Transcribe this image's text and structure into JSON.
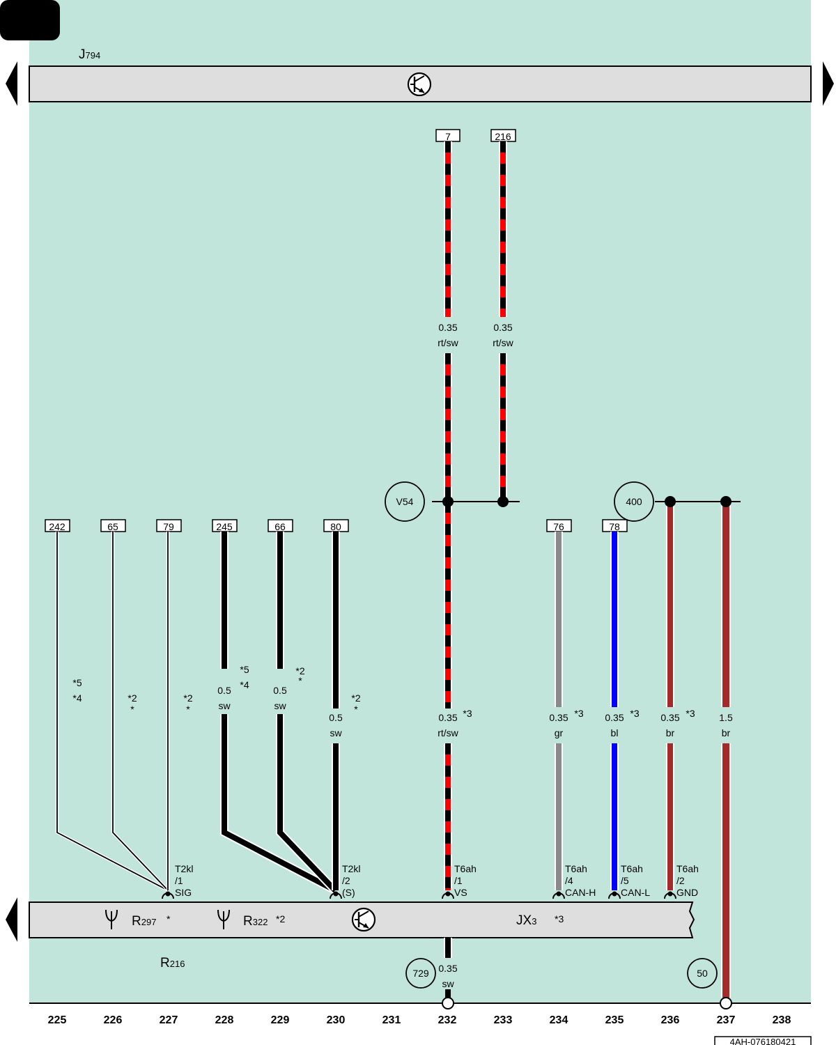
{
  "top_unit": {
    "label": "J",
    "sub": "794"
  },
  "bottom_unit": {
    "label": "R",
    "sub": "216",
    "items": [
      {
        "label": "R",
        "sub": "297",
        "note": "*"
      },
      {
        "label": "R",
        "sub": "322",
        "note": "*2"
      },
      {
        "label": "JX",
        "sub": "3",
        "note": "*3"
      }
    ]
  },
  "pins": [
    "242",
    "65",
    "79",
    "245",
    "66",
    "80",
    "7",
    "216",
    "76",
    "78"
  ],
  "junctions": [
    "V54",
    "400"
  ],
  "grounds": [
    "729",
    "50"
  ],
  "upper_wires": [
    {
      "size": "0.35",
      "color": "rt/sw"
    },
    {
      "size": "0.35",
      "color": "rt/sw"
    }
  ],
  "wires": [
    {
      "size": "",
      "color": "",
      "notes": [
        "*5",
        "*4"
      ]
    },
    {
      "size": "",
      "color": "",
      "notes": [
        "*2",
        "*"
      ]
    },
    {
      "size": "",
      "color": "",
      "notes": [
        "*2",
        "*"
      ]
    },
    {
      "size": "0.5",
      "color": "sw",
      "notes": [
        "*5",
        "*4"
      ]
    },
    {
      "size": "0.5",
      "color": "sw",
      "notes": [
        "*2",
        "*"
      ]
    },
    {
      "size": "0.5",
      "color": "sw",
      "notes": [
        "*2",
        "*"
      ]
    },
    {
      "size": "0.35",
      "color": "rt/sw",
      "notes": [
        "*3"
      ]
    },
    {
      "size": "0.35",
      "color": "gr",
      "notes": [
        "*3"
      ]
    },
    {
      "size": "0.35",
      "color": "bl",
      "notes": [
        "*3"
      ]
    },
    {
      "size": "0.35",
      "color": "br",
      "notes": [
        "*3"
      ]
    },
    {
      "size": "1.5",
      "color": "br",
      "notes": []
    }
  ],
  "ground_wire": {
    "size": "0.35",
    "color": "sw"
  },
  "connectors": [
    {
      "name": "T2kl",
      "pin": "/1",
      "signal": "SIG"
    },
    {
      "name": "T2kl",
      "pin": "/2",
      "signal": "(S)"
    },
    {
      "name": "T6ah",
      "pin": "/1",
      "signal": "VS"
    },
    {
      "name": "T6ah",
      "pin": "/4",
      "signal": "CAN-H"
    },
    {
      "name": "T6ah",
      "pin": "/5",
      "signal": "CAN-L"
    },
    {
      "name": "T6ah",
      "pin": "/2",
      "signal": "GND"
    }
  ],
  "columns": [
    "225",
    "226",
    "227",
    "228",
    "229",
    "230",
    "231",
    "232",
    "233",
    "234",
    "235",
    "236",
    "237",
    "238"
  ],
  "doc_ref": "4AH-076180421",
  "colors": {
    "background": "#c1e5da",
    "red": "#ff0000",
    "black": "#000000",
    "grey": "#8a8a8a",
    "blue": "#0000ff",
    "brown": "#a52a2a",
    "unit_fill": "#dedede"
  }
}
